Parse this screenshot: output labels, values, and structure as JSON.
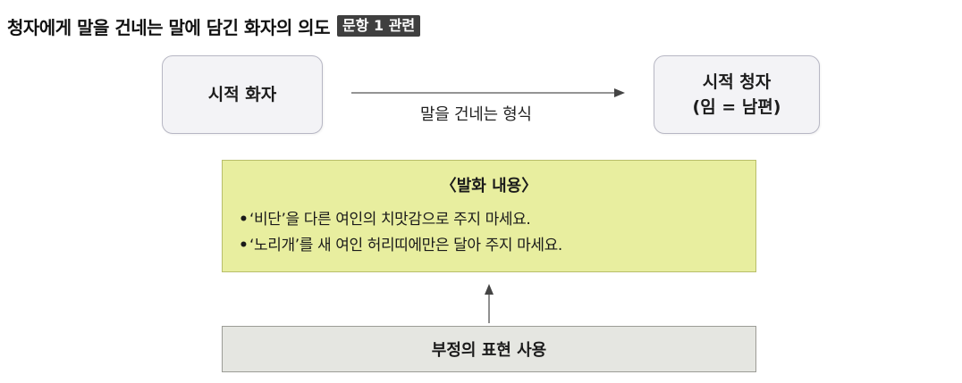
{
  "heading": {
    "title": "청자에게 말을 건네는 말에 담긴 화자의 의도",
    "tag": "문항 1 관련"
  },
  "speaker_box": {
    "label": "시적 화자"
  },
  "listener_box": {
    "line1": "시적 청자",
    "line2": "(임 = 남편)"
  },
  "arrow_label": "말을 건네는 형식",
  "content": {
    "title": "〈발화 내용〉",
    "items": [
      "‘비단’을 다른 여인의 치맛감으로 주지 마세요.",
      "‘노리개’를 새 여인 허리띠에만은 달아 주지 마세요."
    ]
  },
  "usage_box": {
    "label": "부정의 표현 사용"
  },
  "colors": {
    "content_fill": "#e8ee9f",
    "box_fill": "#f3f3f6",
    "usage_fill": "#e5e6e1"
  }
}
